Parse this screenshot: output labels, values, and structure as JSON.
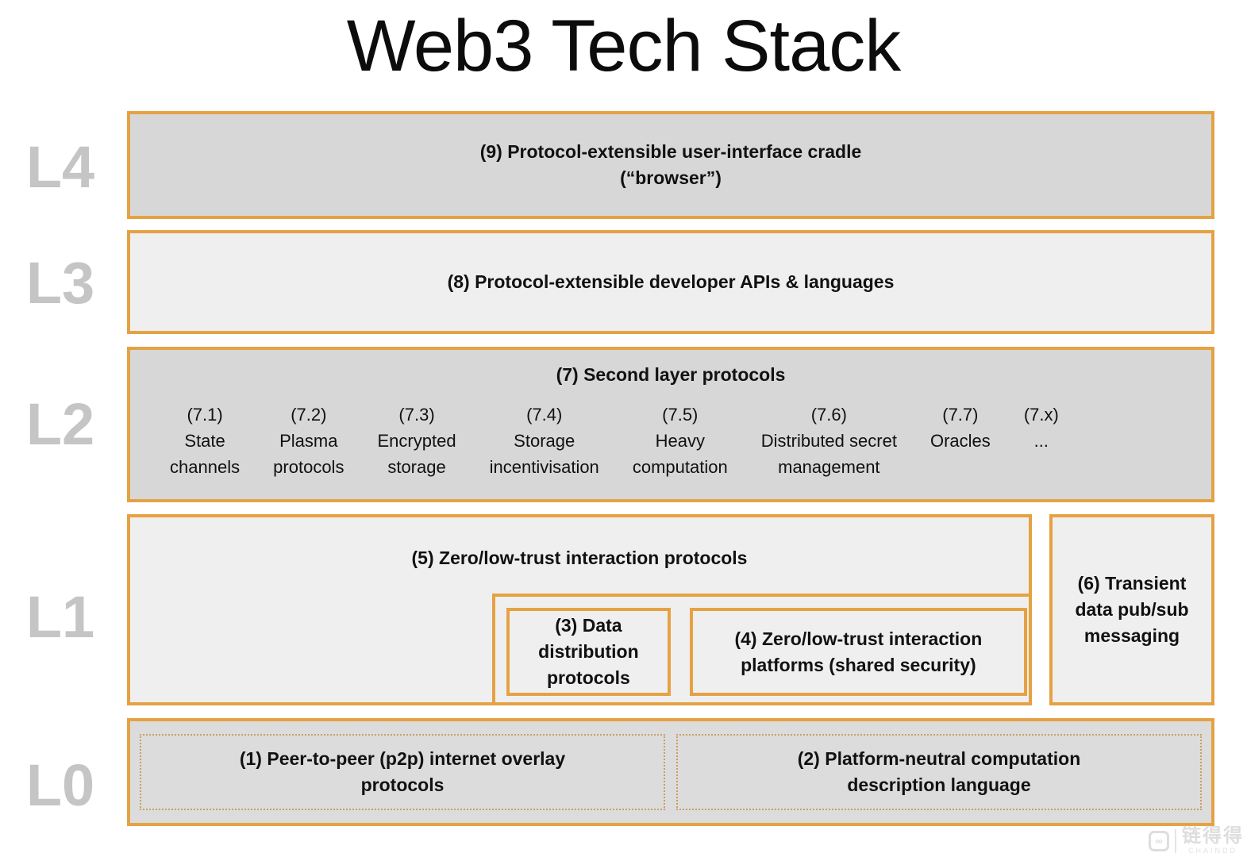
{
  "title": "Web3 Tech Stack",
  "colors": {
    "accent_border": "#E5A243",
    "fill_dark_gray": "#d7d7d7",
    "fill_light_gray": "#efefef",
    "fill_mid_gray": "#dcdcdc",
    "layer_label_gray": "#c5c5c5",
    "dotted_border": "#c9a063"
  },
  "layer_labels": {
    "l4": "L4",
    "l3": "L3",
    "l2": "L2",
    "l1": "L1",
    "l0": "L0"
  },
  "l4": {
    "lines": [
      "(9) Protocol-extensible user-interface cradle",
      "(“browser”)"
    ]
  },
  "l3": {
    "lines": [
      "(8) Protocol-extensible developer APIs & languages"
    ]
  },
  "l2": {
    "header": "(7) Second layer protocols",
    "items": [
      {
        "num": "(7.1)",
        "name_lines": [
          "State",
          "channels"
        ]
      },
      {
        "num": "(7.2)",
        "name_lines": [
          "Plasma",
          "protocols"
        ]
      },
      {
        "num": "(7.3)",
        "name_lines": [
          "Encrypted",
          "storage"
        ]
      },
      {
        "num": "(7.4)",
        "name_lines": [
          "Storage",
          "incentivisation"
        ]
      },
      {
        "num": "(7.5)",
        "name_lines": [
          "Heavy",
          "computation"
        ]
      },
      {
        "num": "(7.6)",
        "name_lines": [
          "Distributed secret",
          "management"
        ]
      },
      {
        "num": "(7.7)",
        "name_lines": [
          "Oracles"
        ]
      },
      {
        "num": "(7.x)",
        "name_lines": [
          "..."
        ]
      }
    ]
  },
  "l1": {
    "box5": {
      "label": "(5) Zero/low-trust interaction protocols"
    },
    "box3": {
      "lines": [
        "(3) Data",
        "distribution",
        "protocols"
      ]
    },
    "box4": {
      "lines": [
        "(4) Zero/low-trust interaction",
        "platforms (shared security)"
      ]
    },
    "box6": {
      "lines": [
        "(6) Transient",
        "data pub/sub",
        "messaging"
      ]
    }
  },
  "l0": {
    "box1": {
      "lines": [
        "(1) Peer-to-peer (p2p) internet overlay",
        "protocols"
      ]
    },
    "box2": {
      "lines": [
        "(2) Platform-neutral computation",
        "description language"
      ]
    }
  },
  "watermark": {
    "cjk": "链得得",
    "latin": "CHAINDD"
  }
}
